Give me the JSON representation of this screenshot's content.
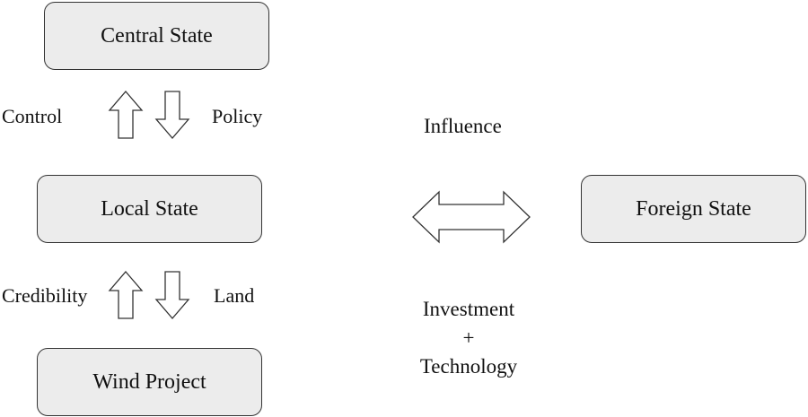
{
  "nodes": {
    "central_state": "Central State",
    "local_state": "Local State",
    "wind_project": "Wind Project",
    "foreign_state": "Foreign State"
  },
  "edges": {
    "control": "Control",
    "policy": "Policy",
    "credibility": "Credibility",
    "land": "Land",
    "influence": "Influence",
    "investment": "Investment",
    "plus": "+",
    "technology": "Technology"
  },
  "colors": {
    "box_fill": "#ececec",
    "box_border": "#333333",
    "arrow_fill": "#ffffff"
  }
}
